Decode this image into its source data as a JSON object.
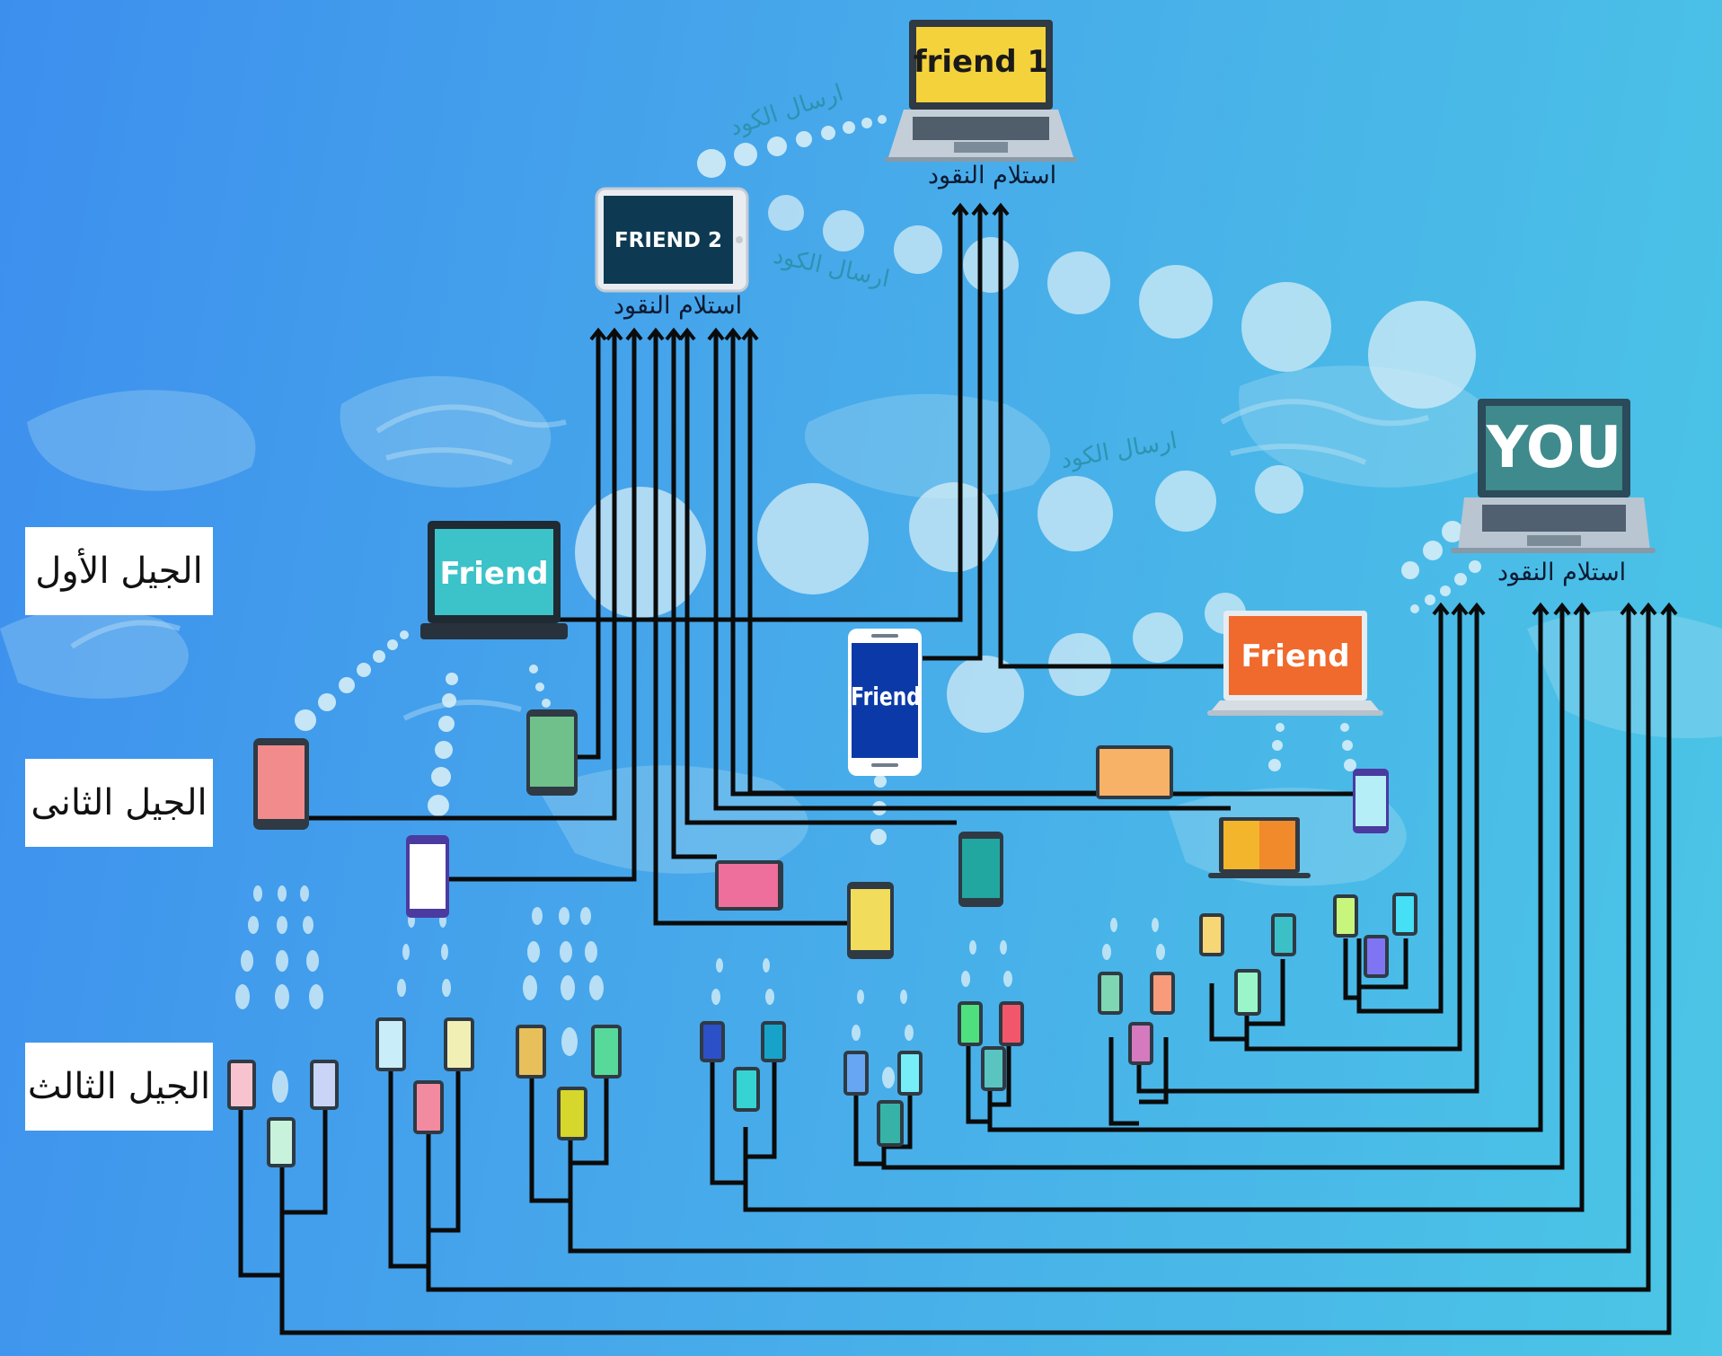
{
  "nodes": {
    "you": "YOU",
    "friend1": "friend 1",
    "friend2": "FRIEND 2",
    "friend_teal": "Friend",
    "friend_blue": "Friend",
    "friend_orange": "Friend"
  },
  "captions": {
    "receive_money": "استلام النقود",
    "send_code": "ارسال الكود"
  },
  "generations": {
    "first": "الجيل الأول",
    "second": "الجيل الثانى",
    "third": "الجيل الثالث"
  },
  "colors": {
    "background_start": "#3d8fee",
    "background_end": "#4bc6e6",
    "wire": "#0b0b0b",
    "you_screen": "#3e8a8c",
    "friend1_screen": "#f4d23b",
    "friend2_screen": "#0d3a52",
    "friend_teal_screen": "#3cc2c9",
    "friend_blue_screen": "#0b3aa8",
    "friend_orange_screen": "#ef6a2c"
  }
}
